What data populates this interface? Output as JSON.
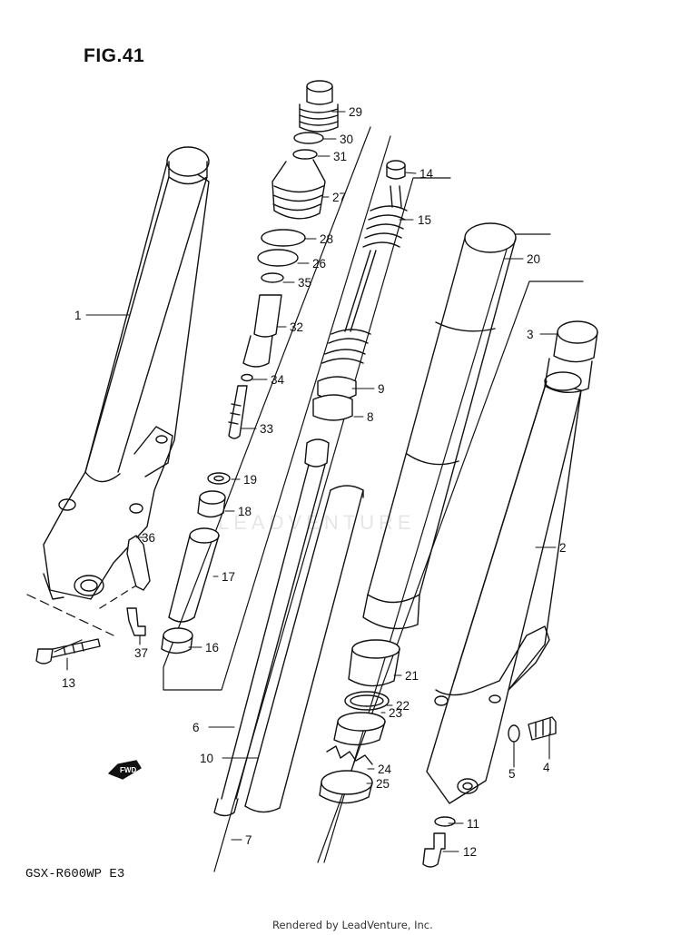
{
  "figure_label": "FIG.41",
  "model_code": "GSX-R600WP E3",
  "footer_text": "Rendered by LeadVenture, Inc.",
  "watermark_text": "LEADVENTURE",
  "fwd_label": "FWD",
  "callouts": [
    "1",
    "2",
    "3",
    "4",
    "5",
    "6",
    "7",
    "8",
    "9",
    "10",
    "11",
    "12",
    "13",
    "14",
    "15",
    "16",
    "17",
    "18",
    "19",
    "20",
    "21",
    "22",
    "23",
    "24",
    "25",
    "26",
    "27",
    "28",
    "29",
    "30",
    "31",
    "32",
    "33",
    "34",
    "35",
    "36",
    "37"
  ]
}
